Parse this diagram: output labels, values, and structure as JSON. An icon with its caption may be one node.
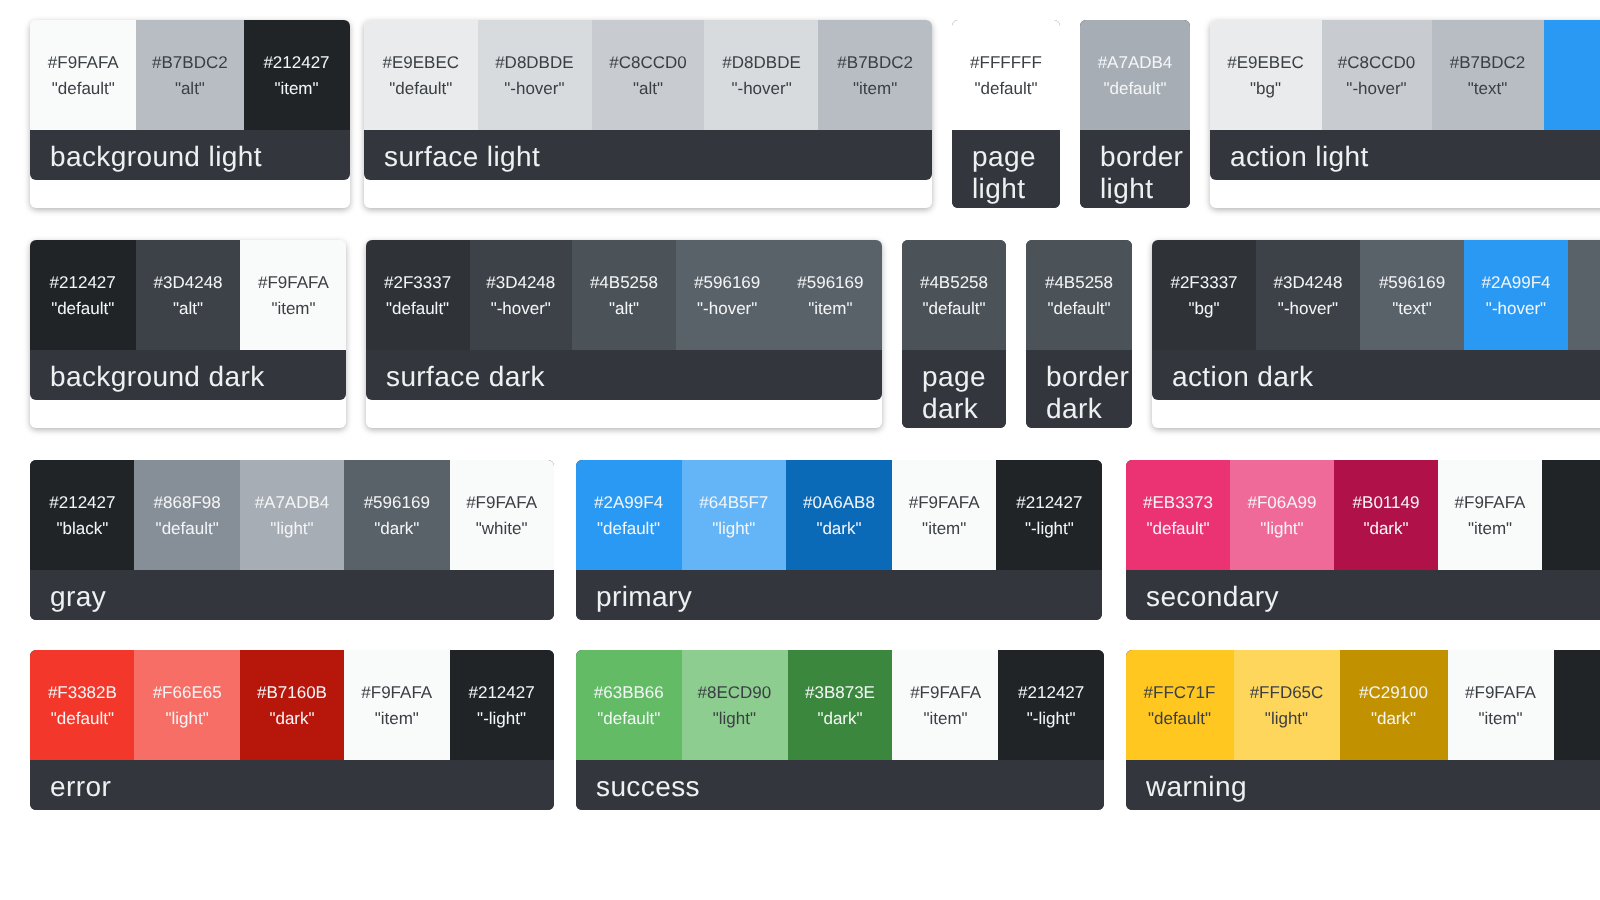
{
  "diagram": {
    "nodes": [
      {
        "text": [
          "background light"
        ]
      },
      {
        "text": [
          "#F9FAFA",
          "\"default\""
        ],
        "in": 0
      },
      {
        "text": [
          "#B7BDC2",
          "\"alt\""
        ],
        "in": 0
      },
      {
        "text": [
          "#212427",
          "\"item\""
        ],
        "in": 0
      },
      {
        "text": [
          "surface light"
        ]
      },
      {
        "text": [
          "#E9EBEC",
          "\"default\""
        ],
        "in": 4
      },
      {
        "text": [
          "#D8DBDE",
          "\"-hover\""
        ],
        "in": 4
      },
      {
        "text": [
          "#C8CCD0",
          "\"alt\""
        ],
        "in": 4
      },
      {
        "text": [
          "#D8DBDE",
          "\"-hover\""
        ],
        "in": 4
      },
      {
        "text": [
          "#B7BDC2",
          "\"item\""
        ],
        "in": 4
      },
      {
        "text": [
          "page light"
        ]
      },
      {
        "text": [
          "#FFFFFF",
          "\"default\""
        ],
        "in": 10
      },
      {
        "text": [
          "border light"
        ]
      },
      {
        "text": [
          "#A7ADB4",
          "\"default\""
        ],
        "in": 12
      },
      {
        "text": [
          "action light"
        ]
      },
      {
        "text": [
          "#E9EBEC",
          "\"bg\""
        ],
        "in": 14
      },
      {
        "text": [
          "#C8CCD0",
          "\"-hover\""
        ],
        "in": 14
      },
      {
        "text": [
          "#B7BDC2",
          "\"text\""
        ],
        "in": 14
      },
      {
        "text": [],
        "shape": "box",
        "in": 14
      },
      {
        "text": [
          "background dark"
        ]
      },
      {
        "text": [
          "#212427",
          "\"default\""
        ],
        "in": 19
      },
      {
        "text": [
          "#3D4248",
          "\"alt\""
        ],
        "in": 19
      },
      {
        "text": [
          "#F9FAFA",
          "\"item\""
        ],
        "in": 19
      },
      {
        "text": [
          "surface dark"
        ]
      },
      {
        "text": [
          "#2F3337",
          "\"default\""
        ],
        "in": 23
      },
      {
        "text": [
          "#3D4248",
          "\"-hover\""
        ],
        "in": 23
      },
      {
        "text": [
          "#4B5258",
          "\"alt\""
        ],
        "in": 23
      },
      {
        "text": [
          "#596169",
          "\"-hover\""
        ],
        "in": 23
      },
      {
        "text": [
          "#596169",
          "\"item\""
        ],
        "in": 23
      },
      {
        "text": [
          "page dark"
        ]
      },
      {
        "text": [
          "#4B5258",
          "\"default\""
        ],
        "in": 29
      },
      {
        "text": [
          "border dark"
        ]
      },
      {
        "text": [
          "#4B5258",
          "\"default\""
        ],
        "in": 31
      },
      {
        "text": [
          "action dark"
        ]
      },
      {
        "text": [
          "#2F3337",
          "\"bg\""
        ],
        "in": 33
      },
      {
        "text": [
          "#3D4248",
          "\"-hover\""
        ],
        "in": 33
      },
      {
        "text": [
          "#596169",
          "\"text\""
        ],
        "in": 33
      },
      {
        "text": [
          "#2A99F4",
          "\"-hover\""
        ],
        "in": 33
      },
      {
        "text": [],
        "shape": "box",
        "in": 33
      },
      {
        "text": [
          "gray"
        ]
      },
      {
        "text": [
          "#212427",
          "\"black\""
        ],
        "in": 39
      },
      {
        "text": [
          "#868F98",
          "\"default\""
        ],
        "in": 39
      },
      {
        "text": [
          "#A7ADB4",
          "\"light\""
        ],
        "in": 39
      },
      {
        "text": [
          "#596169",
          "\"dark\""
        ],
        "in": 39
      },
      {
        "text": [
          "#F9FAFA",
          "\"white\""
        ],
        "in": 39
      },
      {
        "text": [
          "primary"
        ]
      },
      {
        "text": [
          "#2A99F4",
          "\"default\""
        ],
        "in": 45
      },
      {
        "text": [
          "#64B5F7",
          "\"light\""
        ],
        "in": 45
      },
      {
        "text": [
          "#0A6AB8",
          "\"dark\""
        ],
        "in": 45
      },
      {
        "text": [
          "#F9FAFA",
          "\"item\""
        ],
        "in": 45
      },
      {
        "text": [
          "#212427",
          "\"-light\""
        ],
        "in": 45
      },
      {
        "text": [
          "secondary"
        ]
      },
      {
        "text": [
          "#EB3373",
          "\"default\""
        ],
        "in": 51
      },
      {
        "text": [
          "#F06A99",
          "\"light\""
        ],
        "in": 51
      },
      {
        "text": [
          "#B01149",
          "\"dark\""
        ],
        "in": 51
      },
      {
        "text": [
          "#F9FAFA",
          "\"item\""
        ],
        "in": 51
      },
      {
        "text": [],
        "shape": "box",
        "in": 51
      },
      {
        "text": [
          "error"
        ]
      },
      {
        "text": [
          "#F3382B",
          "\"default\""
        ],
        "in": 57
      },
      {
        "text": [
          "#F66E65",
          "\"light\""
        ],
        "in": 57
      },
      {
        "text": [
          "#B7160B",
          "\"dark\""
        ],
        "in": 57
      },
      {
        "text": [
          "#F9FAFA",
          "\"item\""
        ],
        "in": 57
      },
      {
        "text": [
          "#212427",
          "\"-light\""
        ],
        "in": 57
      },
      {
        "text": [
          "success"
        ]
      },
      {
        "text": [
          "#63BB66",
          "\"default\""
        ],
        "in": 63
      },
      {
        "text": [
          "#8ECD90",
          "\"light\""
        ],
        "in": 63
      },
      {
        "text": [
          "#3B873E",
          "\"dark\""
        ],
        "in": 63
      },
      {
        "text": [
          "#F9FAFA",
          "\"item\""
        ],
        "in": 63
      },
      {
        "text": [
          "#212427",
          "\"-light\""
        ],
        "in": 63
      },
      {
        "text": [
          "warning"
        ]
      },
      {
        "text": [
          "#FFC71F",
          "\"default\""
        ],
        "in": 69
      },
      {
        "text": [
          "#FFD65C",
          "\"light\""
        ],
        "in": 69
      },
      {
        "text": [
          "#C29100",
          "\"dark\""
        ],
        "in": 69
      },
      {
        "text": [
          "#F9FAFA",
          "\"item\""
        ],
        "in": 69
      },
      {
        "text": [],
        "shape": "box",
        "in": 69
      }
    ]
  }
}
